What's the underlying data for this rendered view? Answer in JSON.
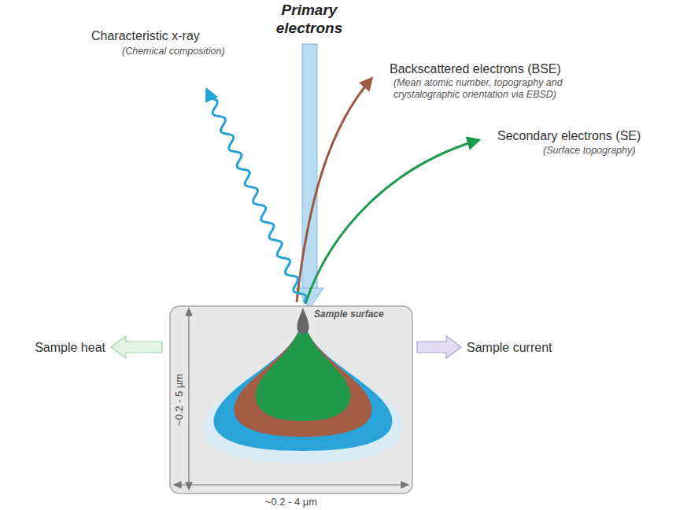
{
  "diagram": {
    "nodes": [
      {
        "text": [
          "Sample surface"
        ]
      }
    ],
    "labels": [
      "Primary electrons",
      "Characteristic x-ray",
      "(Chemical composition)",
      "Backscattered electrons (BSE)",
      "(Mean atomic number, topography and crystalographic orientation via EBSD)",
      "Secondary electrons (SE)",
      "(Surface topography)",
      "Sample heat",
      "Sample current",
      "~0.2 - 5 µm",
      "~0.2 - 4 µm"
    ]
  }
}
